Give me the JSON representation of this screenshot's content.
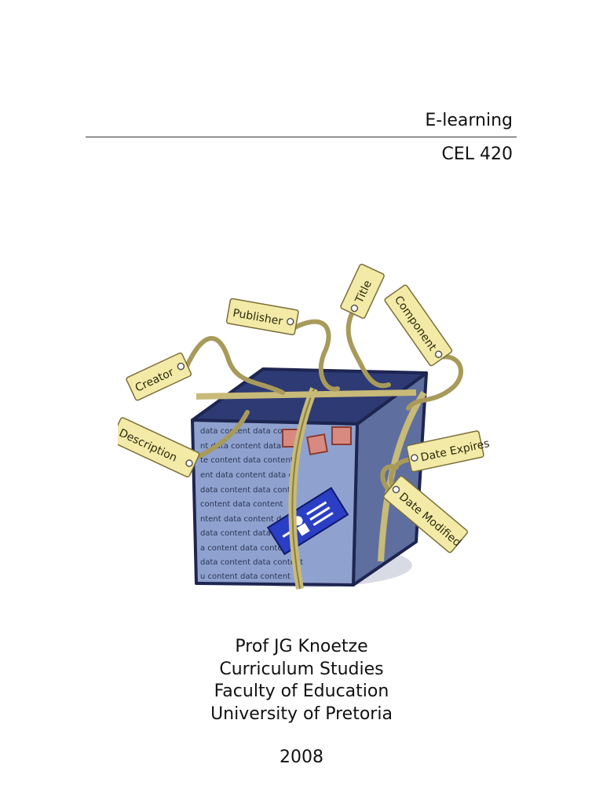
{
  "header": {
    "title": "E-learning",
    "course_code": "CEL 420"
  },
  "illustration": {
    "tags": [
      "Creator",
      "Publisher",
      "Title",
      "Component",
      "Description",
      "Date Expires",
      "Date Modified"
    ],
    "box_text": [
      "data content data co",
      "nt data content  data",
      "te content data content",
      "ent data content  data c",
      "data content data conte",
      "content   data content",
      "ntent data content data",
      "data content data content",
      "a content data content",
      "data content data content",
      "u content data content"
    ],
    "colors": {
      "tag": "#f2eaa6",
      "string": "#a89a5a",
      "box_front": "#8fa2cf",
      "box_side": "#5e6f9f",
      "box_top": "#2d3a73",
      "badge": "#2a3fc4"
    }
  },
  "author": {
    "name": "Prof JG Knoetze",
    "department": "Curriculum Studies",
    "faculty": "Faculty of Education",
    "university": "University of Pretoria"
  },
  "year": "2008"
}
